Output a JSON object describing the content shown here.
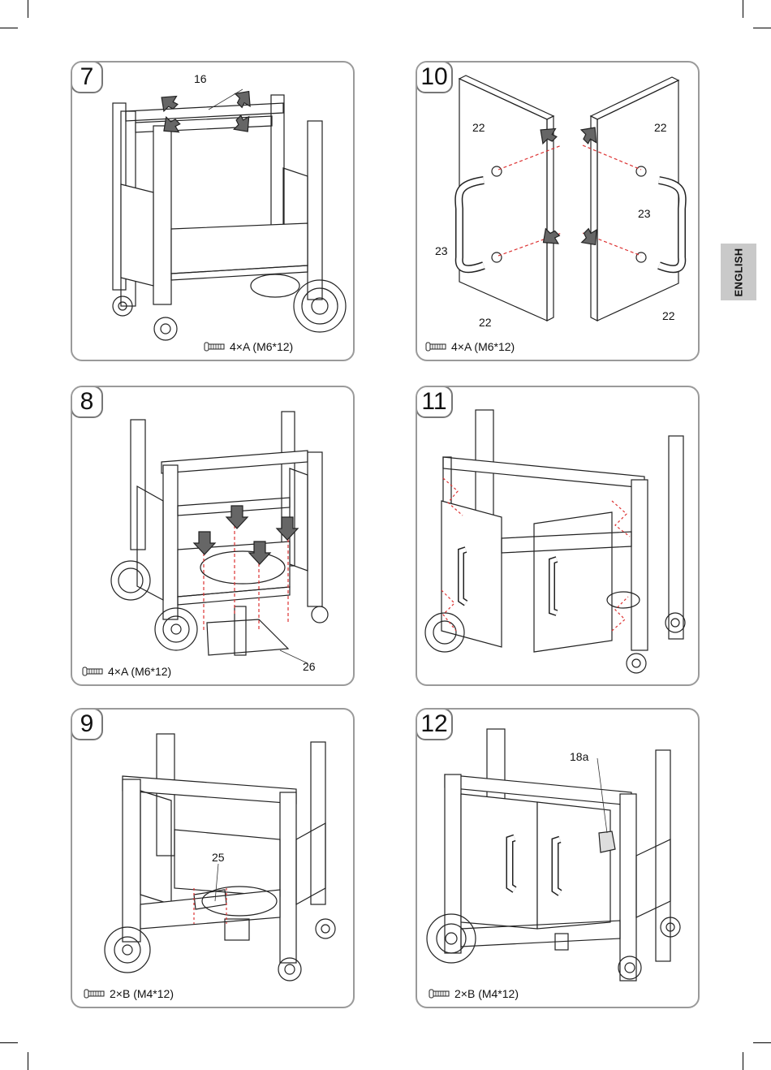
{
  "page": {
    "language_tab": "ENGLISH"
  },
  "steps": [
    {
      "number": "7",
      "screws": "4×A (M6*12)",
      "labels": [
        "16"
      ]
    },
    {
      "number": "10",
      "screws": "4×A (M6*12)",
      "labels": [
        "22",
        "22",
        "23",
        "23",
        "22",
        "22"
      ]
    },
    {
      "number": "8",
      "screws": "4×A (M6*12)",
      "labels": [
        "26"
      ]
    },
    {
      "number": "11",
      "screws": "",
      "labels": []
    },
    {
      "number": "9",
      "screws": "2×B (M4*12)",
      "labels": [
        "25"
      ]
    },
    {
      "number": "12",
      "screws": "2×B (M4*12)",
      "labels": [
        "18a"
      ]
    }
  ]
}
